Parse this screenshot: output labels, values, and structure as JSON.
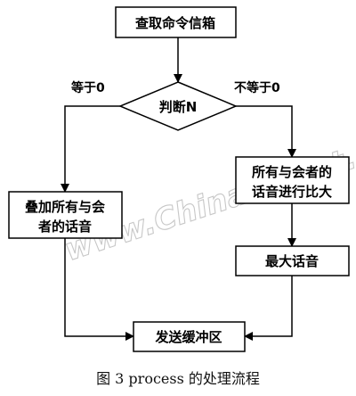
{
  "nodes": {
    "fetch_cmd": "查取命令信箱",
    "decision": "判断N",
    "sum_all_line1": "叠加所有与会",
    "sum_all_line2": "者的话音",
    "amplify_line1": "所有与会者的",
    "amplify_line2": "话音进行比大",
    "max_voice": "最大话音",
    "send_buffer": "发送缓冲区"
  },
  "edges": {
    "equal_zero": "等于0",
    "not_equal_zero": "不等于0"
  },
  "watermark": "www.ChinaECNet.com",
  "caption": "图 3  process 的处理流程",
  "colors": {
    "stroke": "#000000",
    "background": "#ffffff"
  }
}
